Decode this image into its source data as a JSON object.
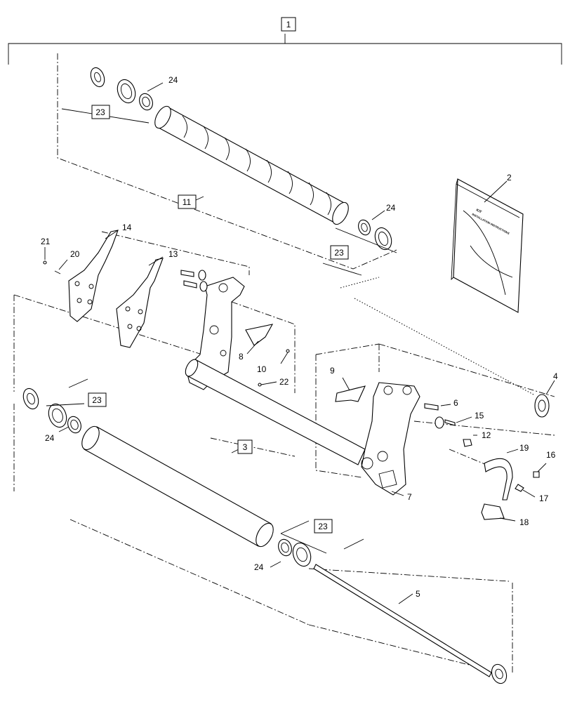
{
  "callouts": {
    "c1": "1",
    "c2": "2",
    "c3": "3",
    "c4": "4",
    "c5": "5",
    "c6": "6",
    "c7": "7",
    "c8": "8",
    "c9": "9",
    "c10": "10",
    "c11": "11",
    "c12": "12",
    "c13": "13",
    "c14": "14",
    "c15": "15",
    "c16": "16",
    "c17": "17",
    "c18": "18",
    "c19": "19",
    "c20": "20",
    "c21": "21",
    "c22": "22",
    "c23a": "23",
    "c23b": "23",
    "c23c": "23",
    "c23d": "23",
    "c24a": "24",
    "c24b": "24",
    "c24c": "24",
    "c24d": "24"
  },
  "manual": {
    "title_line1": "KIT",
    "title_line2": "INSTALLATION INSTRUCTIONS"
  }
}
